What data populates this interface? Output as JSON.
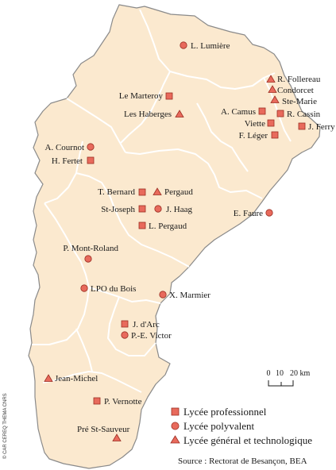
{
  "colors": {
    "land": "#fbe9cf",
    "border": "#8a8a8a",
    "symbol_fill": "#e86a5c",
    "symbol_stroke": "#9b2d22"
  },
  "schools": [
    {
      "id": "lumiere",
      "label": "L. Lumière",
      "type": "polyvalent"
    },
    {
      "id": "follereau",
      "label": "R. Follereau",
      "type": "general"
    },
    {
      "id": "condorcet",
      "label": "Condorcet",
      "type": "general"
    },
    {
      "id": "ste-marie",
      "label": "Ste-Marie",
      "type": "general"
    },
    {
      "id": "cassin",
      "label": "R. Cassin",
      "type": "professionnel"
    },
    {
      "id": "ferry",
      "label": "J. Ferry",
      "type": "professionnel"
    },
    {
      "id": "marteroy",
      "label": "Le Marteroy",
      "type": "professionnel"
    },
    {
      "id": "haberges",
      "label": "Les Haberges",
      "type": "general"
    },
    {
      "id": "camus",
      "label": "A. Camus",
      "type": "professionnel"
    },
    {
      "id": "viette",
      "label": "Viette",
      "type": "professionnel"
    },
    {
      "id": "leger",
      "label": "F. Léger",
      "type": "professionnel"
    },
    {
      "id": "cournot",
      "label": "A. Cournot",
      "type": "polyvalent"
    },
    {
      "id": "fertet",
      "label": "H. Fertet",
      "type": "professionnel"
    },
    {
      "id": "bernard",
      "label": "T. Bernard",
      "type": "professionnel"
    },
    {
      "id": "pergaud",
      "label": "Pergaud",
      "type": "general"
    },
    {
      "id": "st-joseph",
      "label": "St-Joseph",
      "type": "professionnel"
    },
    {
      "id": "haag",
      "label": "J. Haag",
      "type": "polyvalent"
    },
    {
      "id": "l-pergaud",
      "label": "L. Pergaud",
      "type": "professionnel"
    },
    {
      "id": "faure",
      "label": "E. Faure",
      "type": "polyvalent"
    },
    {
      "id": "mont-roland",
      "label": "P. Mont-Roland",
      "type": "polyvalent"
    },
    {
      "id": "lpo-bois",
      "label": "LPO du Bois",
      "type": "polyvalent"
    },
    {
      "id": "marmier",
      "label": "X. Marmier",
      "type": "polyvalent"
    },
    {
      "id": "darc",
      "label": "J. d'Arc",
      "type": "professionnel"
    },
    {
      "id": "victor",
      "label": "P.-E. Victor",
      "type": "polyvalent"
    },
    {
      "id": "jean-michel",
      "label": "Jean-Michel",
      "type": "general"
    },
    {
      "id": "vernotte",
      "label": "P. Vernotte",
      "type": "professionnel"
    },
    {
      "id": "st-sauveur",
      "label": "Pré St-Sauveur",
      "type": "general"
    }
  ],
  "legend": {
    "professionnel": "Lycée professionnel",
    "polyvalent": "Lycée polyvalent",
    "general": "Lycée général et technologique"
  },
  "scale": {
    "t0": "0",
    "t10": "10",
    "t20": "20 km"
  },
  "source": "Source : Rectorat de Besançon, BEA",
  "credit": "© CAR CEREQ THEMA CNRS"
}
